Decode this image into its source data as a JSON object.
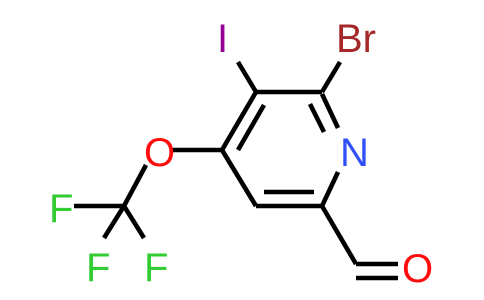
{
  "molecule": {
    "atoms": {
      "br": {
        "label": "Br",
        "color": "#A62929"
      },
      "i": {
        "label": "I",
        "color": "#940094"
      },
      "n": {
        "label": "N",
        "color": "#3050F8"
      },
      "o1": {
        "label": "O",
        "color": "#FF0D0D"
      },
      "o2": {
        "label": "O",
        "color": "#FF0D0D"
      },
      "f1": {
        "label": "F",
        "color": "#33CC33"
      },
      "f2": {
        "label": "F",
        "color": "#33CC33"
      },
      "f3": {
        "label": "F",
        "color": "#33CC33"
      }
    },
    "bond_color": "#000000"
  }
}
